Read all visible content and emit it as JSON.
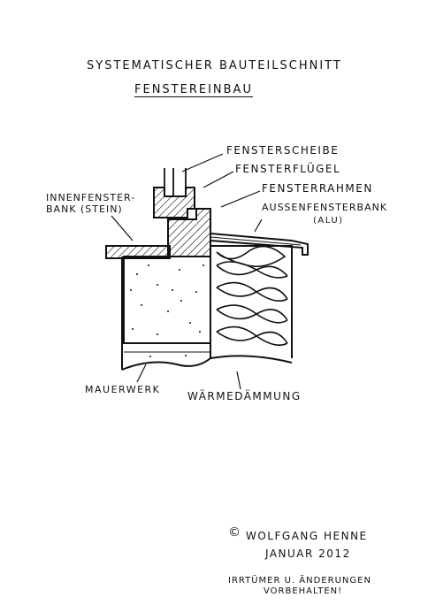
{
  "title": "SYSTEMATISCHER BAUTEILSCHNITT",
  "subtitle": "FENSTEREINBAU",
  "labels": {
    "fensterscheibe": "FENSTERSCHEIBE",
    "fensterfluegel": "FENSTERFLÜGEL",
    "fensterrahmen": "FENSTERRAHMEN",
    "aussenfensterbank": "AUSSENFENSTERBANK",
    "alu": "(ALU)",
    "innenfensterbank": "INNENFENSTER-\nBANK (STEIN)",
    "mauerwerk": "MAUERWERK",
    "waermedaemmung": "WÄRMEDÄMMUNG"
  },
  "credits": {
    "copyright_symbol": "©",
    "author": "WOLFGANG HENNE",
    "date": "JANUAR 2012",
    "disclaimer_1": "IRRTÜMER U. ÄNDERUNGEN",
    "disclaimer_2": "VORBEHALTEN!"
  },
  "colors": {
    "ink": "#111111",
    "paper": "#ffffff"
  }
}
